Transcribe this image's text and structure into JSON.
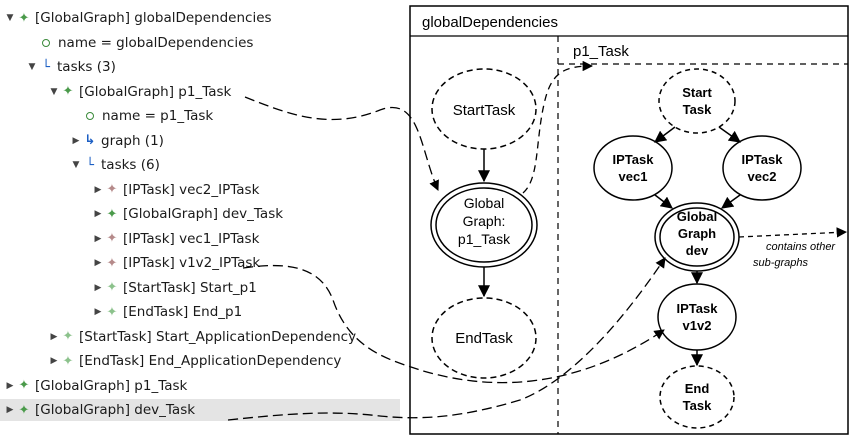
{
  "tree": {
    "items": [
      {
        "label": "[GlobalGraph] globalDependencies",
        "level": 0,
        "twisty": "open",
        "icon": "globalgraph"
      },
      {
        "label": "name = globalDependencies",
        "level": 1,
        "twisty": "none",
        "icon": "attribute"
      },
      {
        "label": "tasks (3)",
        "level": 1,
        "twisty": "open",
        "icon": "reference"
      },
      {
        "label": "[GlobalGraph] p1_Task",
        "level": 2,
        "twisty": "open",
        "icon": "globalgraph"
      },
      {
        "label": "name = p1_Task",
        "level": 3,
        "twisty": "none",
        "icon": "attribute"
      },
      {
        "label": "graph (1)",
        "level": 3,
        "twisty": "closed",
        "icon": "graph-reference"
      },
      {
        "label": "tasks (6)",
        "level": 3,
        "twisty": "open",
        "icon": "reference"
      },
      {
        "label": "[IPTask] vec2_IPTask",
        "level": 4,
        "twisty": "closed",
        "icon": "iptask"
      },
      {
        "label": "[GlobalGraph] dev_Task",
        "level": 4,
        "twisty": "closed",
        "icon": "globalgraph"
      },
      {
        "label": "[IPTask] vec1_IPTask",
        "level": 4,
        "twisty": "closed",
        "icon": "iptask"
      },
      {
        "label": "[IPTask] v1v2_IPTask",
        "level": 4,
        "twisty": "closed",
        "icon": "iptask"
      },
      {
        "label": "[StartTask] Start_p1",
        "level": 4,
        "twisty": "closed",
        "icon": "starttask"
      },
      {
        "label": "[EndTask] End_p1",
        "level": 4,
        "twisty": "closed",
        "icon": "endtask"
      },
      {
        "label": "[StartTask] Start_ApplicationDependency",
        "level": 2,
        "twisty": "closed",
        "icon": "starttask"
      },
      {
        "label": "[EndTask] End_ApplicationDependency",
        "level": 2,
        "twisty": "closed",
        "icon": "endtask"
      },
      {
        "label": "[GlobalGraph] p1_Task",
        "level": 0,
        "twisty": "closed",
        "icon": "globalgraph"
      },
      {
        "label": "[GlobalGraph] dev_Task",
        "level": 0,
        "twisty": "closed",
        "icon": "globalgraph",
        "selected": true
      }
    ]
  },
  "diagram": {
    "outer_title": "globalDependencies",
    "inner_title": "p1_Task",
    "nodes": {
      "start_outer": "StartTask",
      "global_p1": [
        "Global",
        "Graph:",
        "p1_Task"
      ],
      "end_outer": "EndTask",
      "start_inner": [
        "Start",
        "Task"
      ],
      "iptask_vec1": [
        "IPTask",
        "vec1"
      ],
      "iptask_vec2": [
        "IPTask",
        "vec2"
      ],
      "global_dev": [
        "Global",
        "Graph",
        "dev"
      ],
      "iptask_v1v2": [
        "IPTask",
        "v1v2"
      ],
      "end_inner": [
        "End",
        "Task"
      ]
    },
    "annotation": [
      "contains other",
      "sub-graphs"
    ]
  },
  "colors": {
    "globalgraph_icon": "#4a9a4a",
    "iptask_icon": "#b58a8a",
    "start_end_icon": "#8cc28c",
    "reference_icon": "#1c5fc4",
    "selection_bg": "#e4e4e4"
  }
}
